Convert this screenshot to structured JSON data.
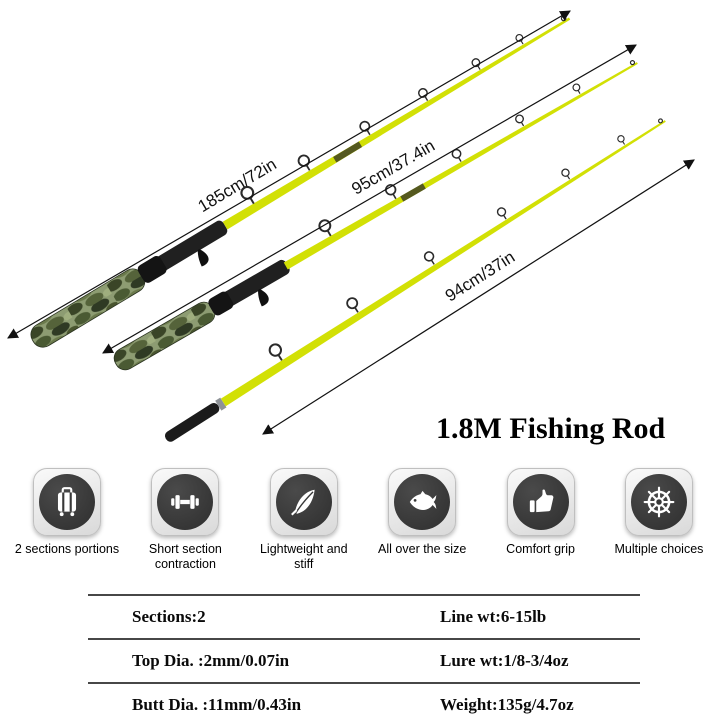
{
  "product": {
    "title": "1.8M Fishing Rod"
  },
  "diagram": {
    "measurements": [
      {
        "id": "full-rod",
        "label": "185cm/72in"
      },
      {
        "id": "upper-section",
        "label": "95cm/37.4in"
      },
      {
        "id": "lower-section",
        "label": "94cm/37in"
      }
    ],
    "colors": {
      "rod_blank": "#d2e005",
      "camo_base": "#8d9c72",
      "camo_dark": "#2f3a24",
      "handle_black": "#1f1f1f",
      "arrow": "#111111"
    }
  },
  "features": [
    {
      "icon": "luggage-icon",
      "label": "2 sections portions"
    },
    {
      "icon": "dumbbell-icon",
      "label": "Short section contraction"
    },
    {
      "icon": "feather-icon",
      "label": "Lightweight and stiff"
    },
    {
      "icon": "fish-icon",
      "label": "All over the size"
    },
    {
      "icon": "thumbs-up-icon",
      "label": "Comfort grip"
    },
    {
      "icon": "ship-wheel-icon",
      "label": "Multiple choices"
    }
  ],
  "specs": {
    "rows": [
      {
        "left": "Sections:2",
        "right": "Line wt:6-15lb"
      },
      {
        "left": "Top Dia. :2mm/0.07in",
        "right": "Lure wt:1/8-3/4oz"
      },
      {
        "left": "Butt Dia. :11mm/0.43in",
        "right": "Weight:135g/4.7oz"
      }
    ]
  },
  "icon_style": {
    "circle_color": "#383838",
    "glyph_color": "#ffffff"
  }
}
